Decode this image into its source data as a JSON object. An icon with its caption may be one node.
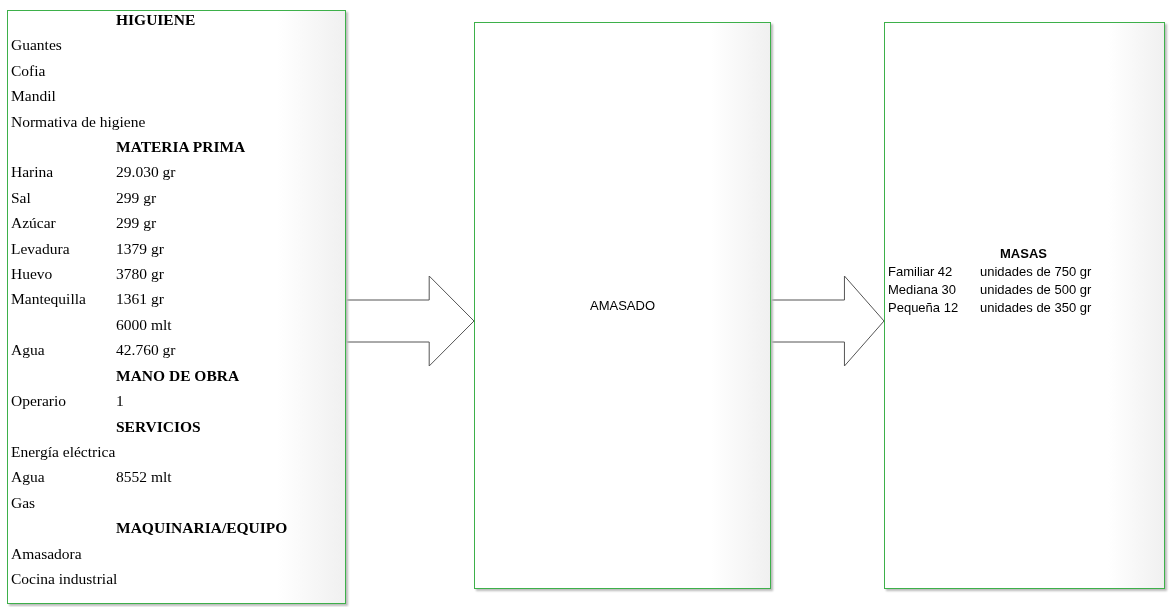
{
  "diagram": {
    "nodes": [
      {
        "text": [
          "HIGUIENE",
          "Guantes",
          "Cofia",
          "Mandil",
          "Normativa de higiene",
          "MATERIA PRIMA",
          "Harina",
          "29.030 gr",
          "Sal",
          "299 gr",
          "Azúcar",
          "299 gr",
          "Levadura",
          "1379 gr",
          "Huevo",
          "3780 gr",
          "Mantequilla",
          "1361 gr",
          "6000 mlt",
          "Agua",
          "42.760 gr",
          "MANO DE OBRA",
          "Operario",
          "1",
          "SERVICIOS",
          "Energía eléctrica",
          "Agua",
          "8552 mlt",
          "Gas",
          "MAQUINARIA/EQUIPO",
          "Amasadora",
          "Cocina industrial"
        ]
      },
      {
        "text": [
          "AMASADO"
        ]
      },
      {
        "text": [
          "MASAS",
          "Familiar 42",
          "unidades de  750 gr",
          "Mediana 30",
          "unidades de 500 gr",
          "Pequeña 12",
          "unidades de 350 gr"
        ]
      }
    ],
    "edges": [
      {
        "from": 0,
        "to": 1,
        "arrow": "to"
      },
      {
        "from": 1,
        "to": 2,
        "arrow": "to"
      }
    ]
  }
}
